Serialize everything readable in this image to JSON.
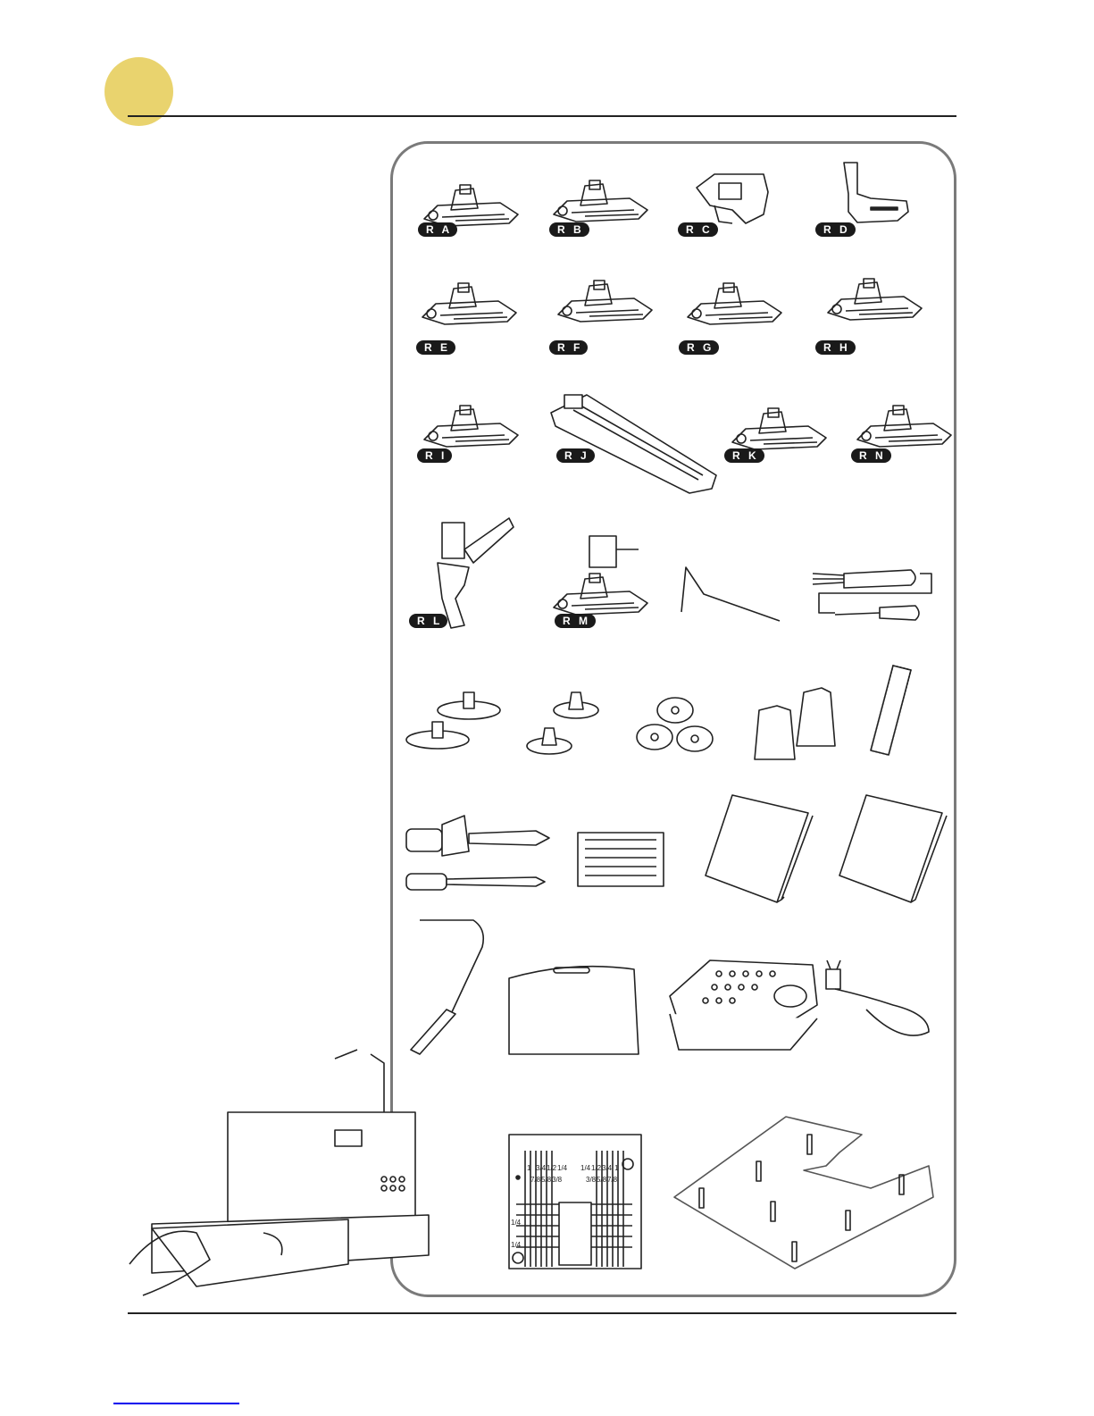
{
  "colors": {
    "badge": "#e9d36e",
    "panel_border": "#7a7a7a",
    "link": "#0000ee"
  },
  "presser_feet": [
    {
      "label": "R A"
    },
    {
      "label": "R B"
    },
    {
      "label": "R C"
    },
    {
      "label": "R D"
    },
    {
      "label": "R E"
    },
    {
      "label": "R F"
    },
    {
      "label": "R G"
    },
    {
      "label": "R H"
    },
    {
      "label": "R I"
    },
    {
      "label": "R J"
    },
    {
      "label": "R K"
    },
    {
      "label": "R N"
    },
    {
      "label": "R L"
    },
    {
      "label": "R M"
    }
  ],
  "stitch_plate": {
    "top_marks": [
      "1",
      "3/4",
      "1/2",
      "1/4",
      "1/4",
      "1/2",
      "3/4",
      "1"
    ],
    "mid_marks": [
      "7/8",
      "5/8",
      "3/8",
      "3/8",
      "5/8",
      "7/8"
    ],
    "side_marks": [
      "1/4",
      "1/4"
    ]
  }
}
